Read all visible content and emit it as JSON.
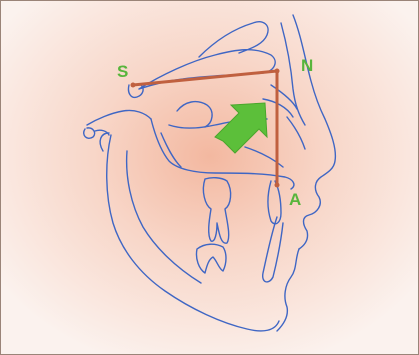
{
  "landmarks": {
    "sella": "S",
    "nasion": "N",
    "a_point": "A"
  },
  "colors": {
    "outline": "#3f66c4",
    "reference_lines": "#c0603f",
    "arrow": "#5cbf3a",
    "landmark_text": "#58b53c",
    "background_center": "#f3b8a0",
    "background_edge": "#fbf2ee"
  },
  "icons": {
    "arrow": "arrow-up-right-icon"
  }
}
